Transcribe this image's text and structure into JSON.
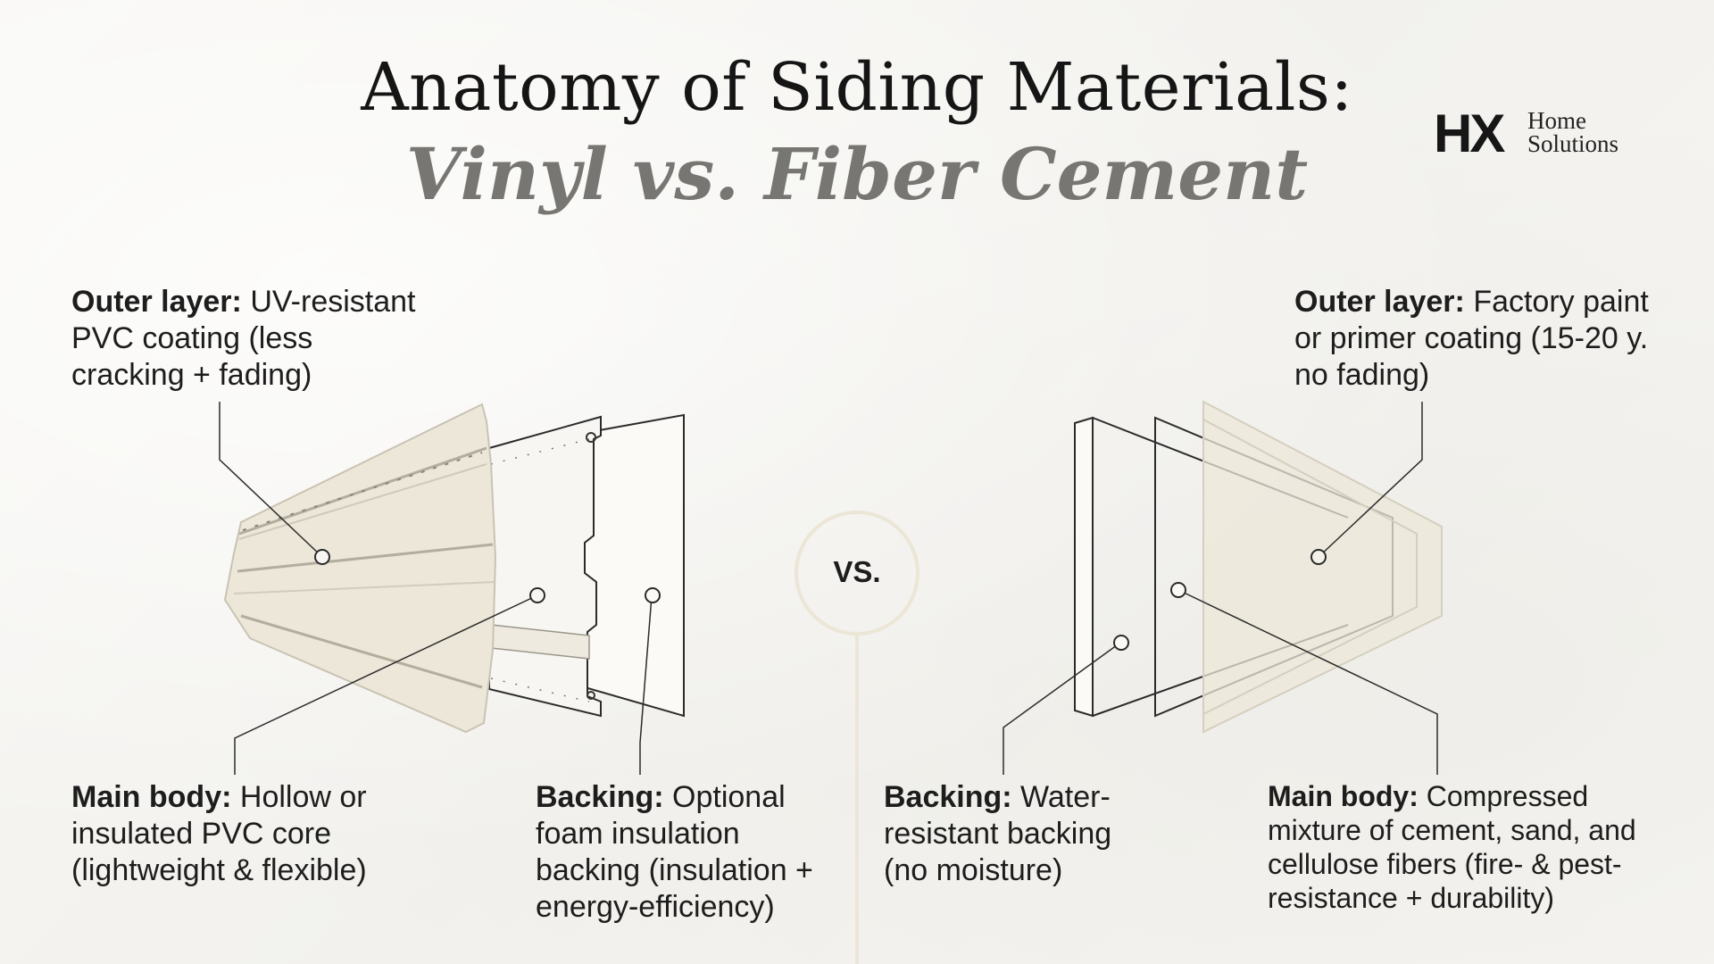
{
  "header": {
    "title": "Anatomy of Siding Materials:",
    "subtitle": "Vinyl vs. Fiber Cement"
  },
  "logo": {
    "mark": "HX",
    "line1": "Home",
    "line2": "Solutions"
  },
  "vs_label": "VS.",
  "vinyl": {
    "outer_layer": {
      "label": "Outer layer:",
      "text": "UV-resistant PVC coating (less cracking + fading)"
    },
    "main_body": {
      "label": "Main body:",
      "text": "Hollow or insulated PVC core (lightweight & flexible)"
    },
    "backing": {
      "label": "Backing:",
      "text": "Optional foam insulation backing (insulation + energy-efficiency)"
    }
  },
  "fiber_cement": {
    "backing": {
      "label": "Backing:",
      "text": "Water-resistant backing (no moisture)"
    },
    "outer_layer": {
      "label": "Outer layer:",
      "text": "Factory paint or primer coating (15-20 y. no fading)"
    },
    "main_body": {
      "label": "Main body:",
      "text": "Compressed mixture of cement, sand, and cellulose fibers (fire- & pest-resistance + durability)"
    }
  },
  "colors": {
    "panel_fill": "#ece7d8",
    "panel_stroke": "#c9c3b3",
    "line": "#2b2b2b",
    "subtitle": "#777672"
  }
}
